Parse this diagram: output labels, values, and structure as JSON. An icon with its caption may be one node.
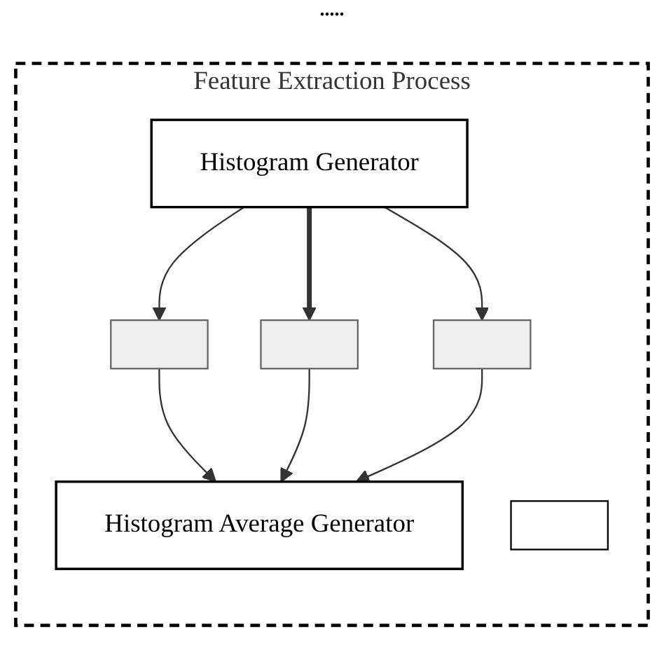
{
  "diagram": {
    "nodes": [
      {
        "text": [
          "Feature Extraction Process"
        ]
      },
      {
        "text": [
          "Histogram Generator"
        ],
        "in": 0
      },
      {
        "text": [],
        "shape": "chart",
        "in": 0
      },
      {
        "text": [],
        "shape": "chart",
        "in": 0
      },
      {
        "text": [],
        "shape": "chart",
        "in": 0
      },
      {
        "text": [
          "Histogram Average Generator"
        ],
        "in": 0
      },
      {
        "text": [],
        "shape": "box",
        "in": 0
      }
    ],
    "edges": [
      {
        "from": 1,
        "to": 2,
        "arrow": "to"
      },
      {
        "from": 1,
        "to": 3,
        "arrow": "to",
        "style": "thick"
      },
      {
        "from": 1,
        "to": 4,
        "arrow": "to"
      },
      {
        "from": 2,
        "to": 5,
        "arrow": "to"
      },
      {
        "from": 3,
        "to": 5,
        "arrow": "to"
      },
      {
        "from": 4,
        "to": 5,
        "arrow": "to"
      }
    ],
    "labels": [
      "....."
    ]
  }
}
